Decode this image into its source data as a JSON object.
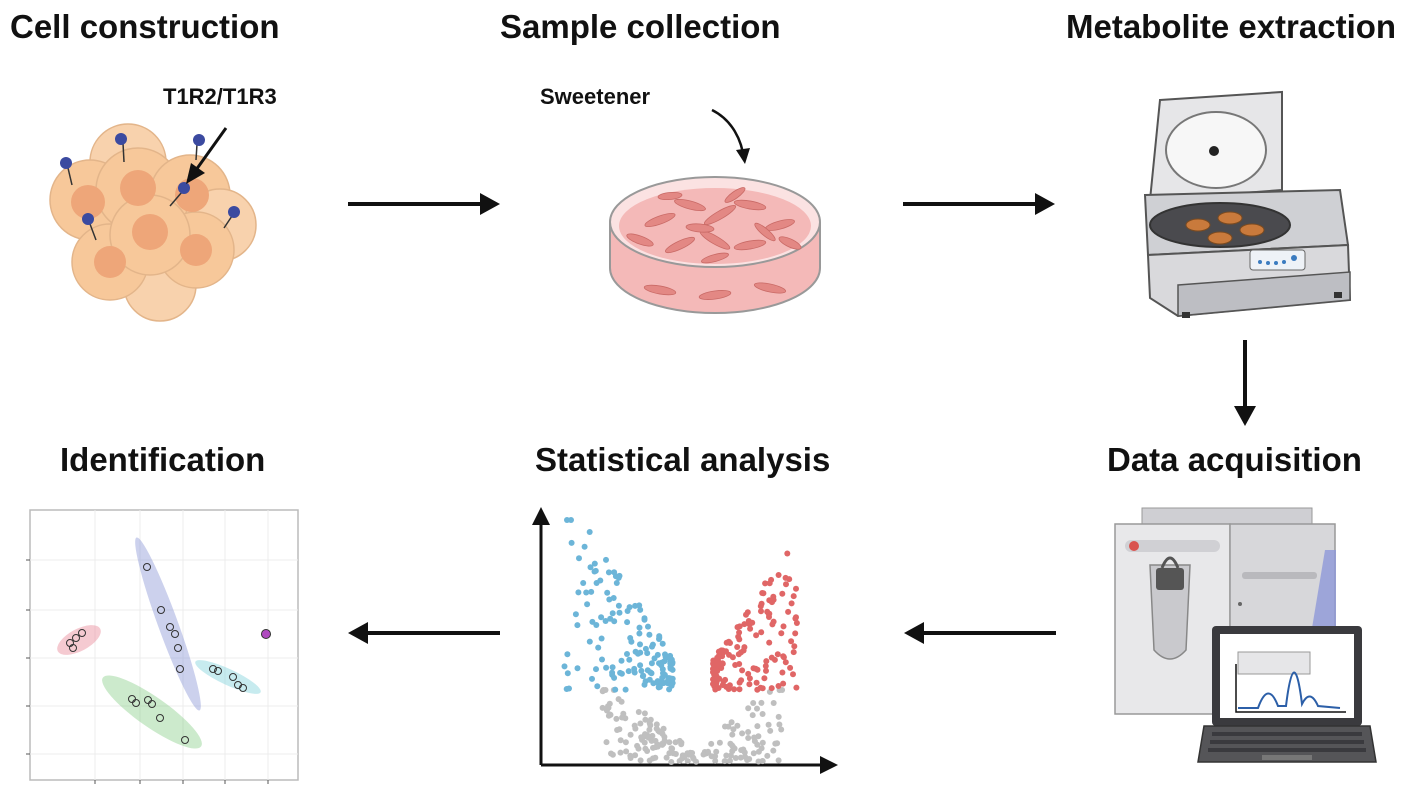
{
  "steps": [
    {
      "title": "Cell construction"
    },
    {
      "title": "Sample collection"
    },
    {
      "title": "Metabolite extraction"
    },
    {
      "title": "Data acquisition"
    },
    {
      "title": "Statistical analysis"
    },
    {
      "title": "Identification"
    }
  ],
  "labels": {
    "receptor": "T1R2/T1R3",
    "sweetener": "Sweetener"
  },
  "colors": {
    "cell_fill": "#f7c89a",
    "cell_nucleus": "#eea679",
    "receptor": "#3b4aa0",
    "dish_pink": "#f4b9b8",
    "centrifuge_body": "#d9d9dc",
    "volcano_down": "#6cb5d8",
    "volcano_up": "#e06666",
    "volcano_ns": "#bfbfbf",
    "cluster_red": "#e88a9a",
    "cluster_blue": "#8f9ad8",
    "cluster_green": "#8fd18f",
    "cluster_cyan": "#8fd8e0",
    "cluster_purple": "#b04ac0"
  }
}
